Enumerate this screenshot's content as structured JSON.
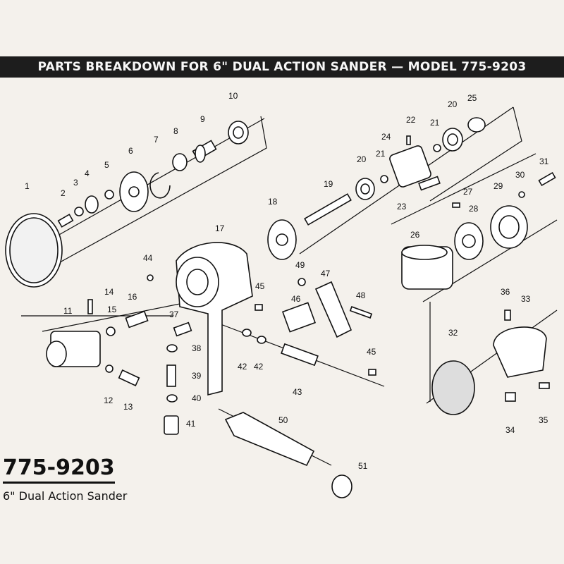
{
  "header": {
    "title": "PARTS BREAKDOWN FOR 6\" DUAL ACTION SANDER — MODEL 775-9203"
  },
  "footer": {
    "model_number": "775-9203",
    "description": "6\" Dual Action Sander"
  },
  "part_labels": [
    "1",
    "2",
    "3",
    "4",
    "5",
    "6",
    "7",
    "8",
    "9",
    "10",
    "11",
    "12",
    "13",
    "14",
    "15",
    "16",
    "17",
    "18",
    "19",
    "20",
    "20",
    "21",
    "21",
    "22",
    "23",
    "24",
    "25",
    "26",
    "27",
    "28",
    "29",
    "30",
    "31",
    "32",
    "33",
    "34",
    "35",
    "36",
    "37",
    "38",
    "39",
    "40",
    "41",
    "42",
    "42",
    "43",
    "44",
    "45",
    "45",
    "46",
    "47",
    "48",
    "49",
    "50",
    "51"
  ]
}
